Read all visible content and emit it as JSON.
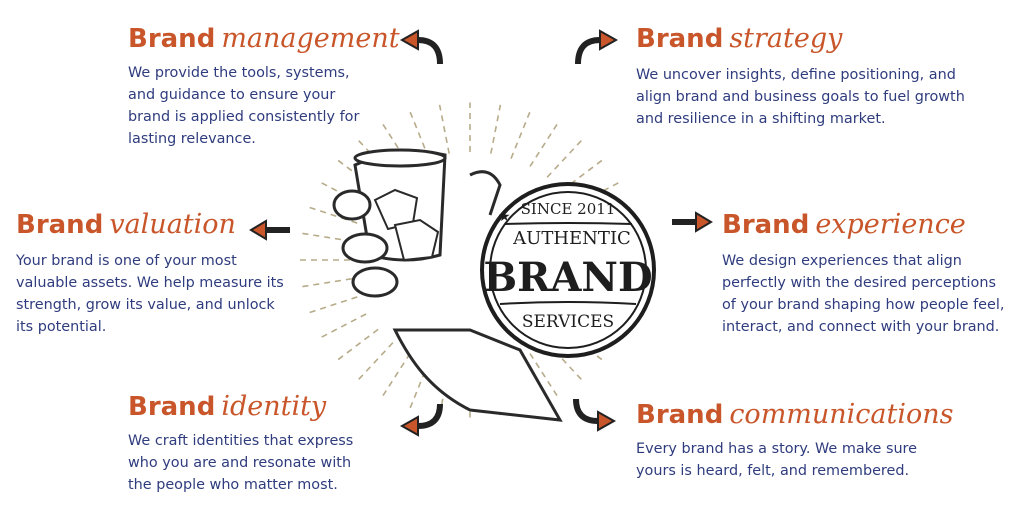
{
  "accent_color": "#c9562a",
  "text_color": "#2f3c7e",
  "services": [
    {
      "brand": "Brand",
      "name": "management",
      "lines": [
        "We provide the tools, systems,",
        "and guidance to ensure your",
        "brand is applied consistently for",
        "lasting relevance."
      ]
    },
    {
      "brand": "Brand",
      "name": "strategy",
      "lines": [
        "We uncover insights, define positioning, and",
        "align brand and business goals to fuel growth",
        "and resilience in a shifting market."
      ]
    },
    {
      "brand": "Brand",
      "name": "valuation",
      "lines": [
        "Your brand is one of your most",
        "valuable assets. We help measure its",
        "strength, grow its value, and unlock",
        "its potential."
      ]
    },
    {
      "brand": "Brand",
      "name": "experience",
      "lines": [
        "We design experiences that align",
        "perfectly with the desired perceptions",
        "of your brand shaping how people feel,",
        "interact, and connect with your brand."
      ]
    },
    {
      "brand": "Brand",
      "name": "identity",
      "lines": [
        "We craft identities that express",
        "who you are and resonate with",
        "the people who matter most."
      ]
    },
    {
      "brand": "Brand",
      "name": "communications",
      "lines": [
        "Every brand has a story. We make sure",
        "yours is heard, felt, and remembered."
      ]
    }
  ],
  "badge": {
    "top": "SINCE 2011",
    "arc": "AUTHENTIC",
    "main": "BRAND",
    "bottom": "SERVICES"
  }
}
